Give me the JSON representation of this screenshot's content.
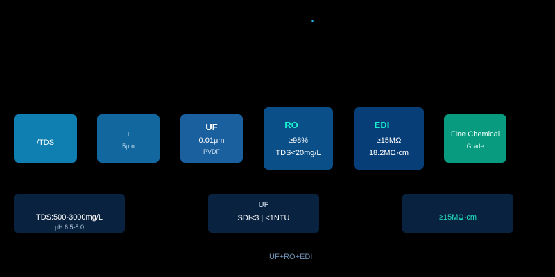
{
  "stages": {
    "s1": {
      "main": "/TDS"
    },
    "s2": {
      "main": "+",
      "sub": "5μm"
    },
    "s3": {
      "title": "UF",
      "line1": "0.01μm",
      "line2": "PVDF"
    },
    "s4": {
      "title": "RO",
      "line1": "≥98%",
      "line2": "TDS<20mg/L"
    },
    "s5": {
      "title": "EDI",
      "line1": "≥15MΩ",
      "line2": "18.2MΩ·cm"
    },
    "s6": {
      "main": "Fine Chemical",
      "sub": "Grade"
    }
  },
  "info": {
    "raw_water": {
      "line1": "TDS:500-3000mg/L",
      "line2": "pH 6.5-8.0"
    },
    "pretreat": {
      "line1": "UF",
      "line2": "SDI<3 |    <1NTU"
    },
    "product": {
      "line1": "≥15MΩ·cm"
    }
  },
  "footer": {
    "dot": "·",
    "label": "UF+RO+EDI"
  },
  "colors": {
    "background": "#000000",
    "accent_cyan": "#18f0d0",
    "stage_green": "#089b80",
    "info_panel": "#09223f"
  }
}
